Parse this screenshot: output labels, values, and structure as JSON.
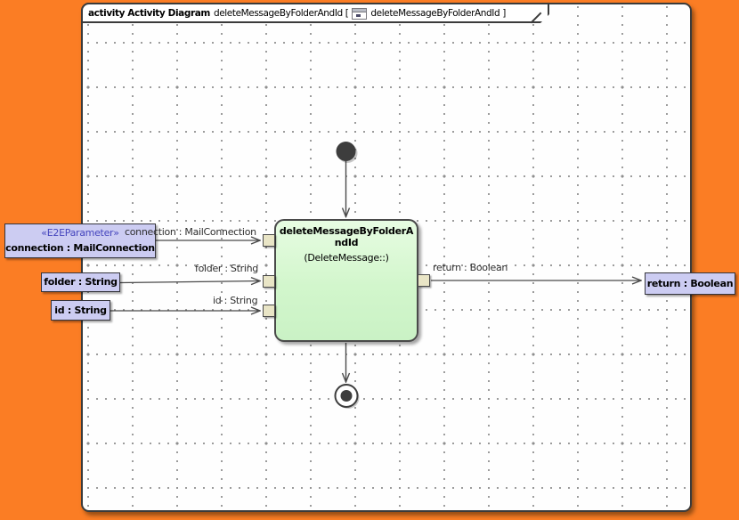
{
  "diagram_tab": {
    "kind": "activity Activity Diagram",
    "name_with_bracket": "deleteMessageByFolderAndId [",
    "ref_with_bracket": "deleteMessageByFolderAndId ]"
  },
  "action_node": {
    "name": "deleteMessageByFolderAndId",
    "qualifier": "(DeleteMessage::)"
  },
  "parameters": {
    "connection": {
      "stereotype": "«E2EParameter»",
      "name": "connection : MailConnection"
    },
    "folder": {
      "name": "folder : String"
    },
    "id": {
      "name": "id : String"
    },
    "return": {
      "name": "return : Boolean"
    }
  },
  "edge_labels": {
    "connection": "connection : MailConnection",
    "folder": "folder : String",
    "id": "id : String",
    "return": "return : Boolean"
  },
  "colors": {
    "desktop_orange": "#FB7D24",
    "canvas_white": "#FEFEFE",
    "frame_border": "#3B3B3B",
    "parameter_fill": "#CCCCF2",
    "stereotype_text": "#4545BD",
    "action_fill_top": "#E7FCE2",
    "action_fill_bottom": "#CAF2C5",
    "pin_fill": "#E9E5C6",
    "edge_stroke": "#4A4A4A",
    "node_fill": "#3D3D3D"
  }
}
